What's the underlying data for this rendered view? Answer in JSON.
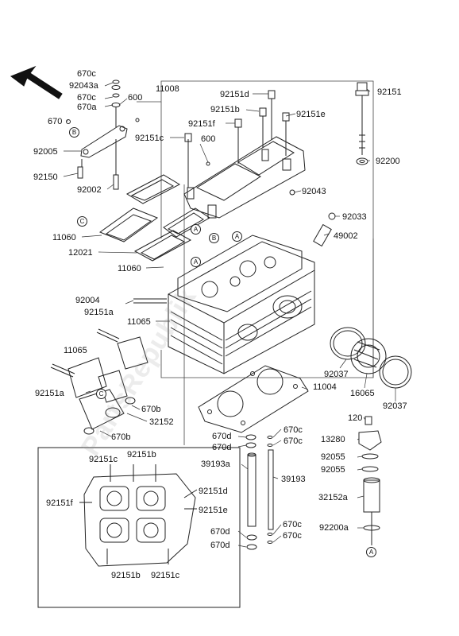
{
  "watermark": "PartsRepublik",
  "callouts": {
    "A": "A",
    "B": "B",
    "C": "C"
  },
  "parts": {
    "p670c_1": "670c",
    "p92043a": "92043a",
    "p670c_2": "670c",
    "p670a": "670a",
    "p600_1": "600",
    "p11008": "11008",
    "p670": "670",
    "p92005": "92005",
    "p92150": "92150",
    "p92002": "92002",
    "p92151d_top": "92151d",
    "p92151b_top": "92151b",
    "p92151f_top": "92151f",
    "p92151c_top": "92151c",
    "p600_2": "600",
    "p92151e_top": "92151e",
    "p92151_top": "92151",
    "p92200": "92200",
    "p92043": "92043",
    "p92033": "92033",
    "p49002": "49002",
    "p11060_1": "11060",
    "p12021": "12021",
    "p11060_2": "11060",
    "p92004": "92004",
    "p92151a_1": "92151a",
    "p11065_1": "11065",
    "p11065_2": "11065",
    "p92151a_2": "92151a",
    "p670b_1": "670b",
    "p32152": "32152",
    "p670b_2": "670b",
    "p92037_1": "92037",
    "p16065": "16065",
    "p92037_2": "92037",
    "p11004": "11004",
    "p670c_3": "670c",
    "p670d_1": "670d",
    "p670c_4": "670c",
    "p670d_2": "670d",
    "p39193a": "39193a",
    "p39193": "39193",
    "p670d_3": "670d",
    "p670c_5": "670c",
    "p670d_4": "670d",
    "p670c_6": "670c",
    "p120": "120",
    "p13280": "13280",
    "p92055_1": "92055",
    "p92055_2": "92055",
    "p32152a": "32152a",
    "p92200a": "92200a",
    "inset_92151c_1": "92151c",
    "inset_92151b_1": "92151b",
    "inset_92151d": "92151d",
    "inset_92151f": "92151f",
    "inset_92151e": "92151e",
    "inset_92151b_2": "92151b",
    "inset_92151c_2": "92151c"
  }
}
